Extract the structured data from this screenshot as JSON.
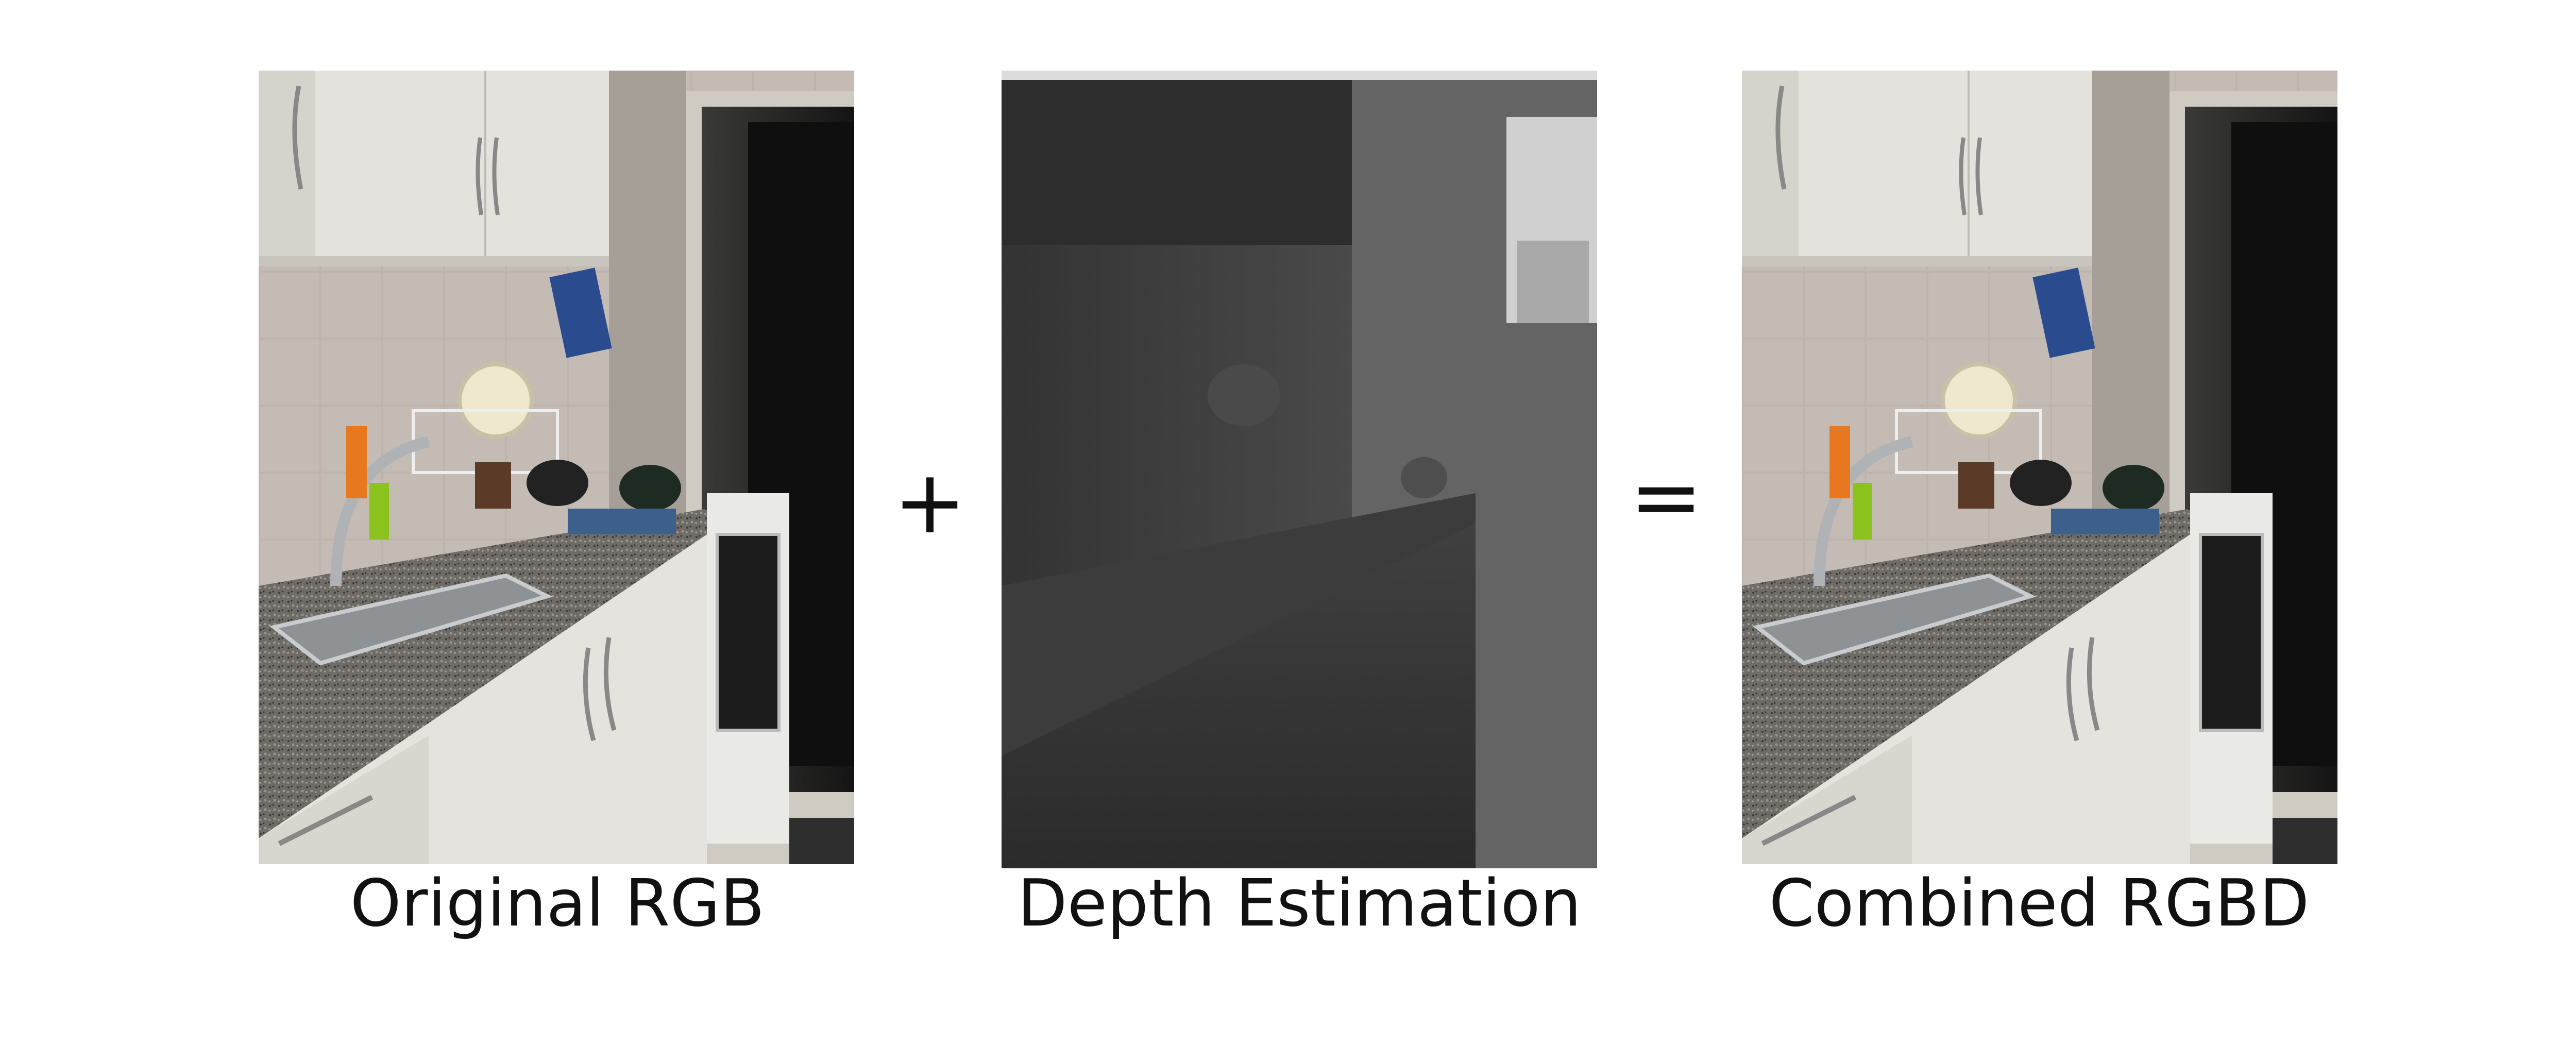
{
  "panels": [
    {
      "id": "rgb",
      "caption": "Original RGB"
    },
    {
      "id": "depth",
      "caption": "Depth Estimation"
    },
    {
      "id": "rgbd",
      "caption": "Combined RGBD"
    }
  ],
  "operators": {
    "plus": "+",
    "equals": "="
  }
}
